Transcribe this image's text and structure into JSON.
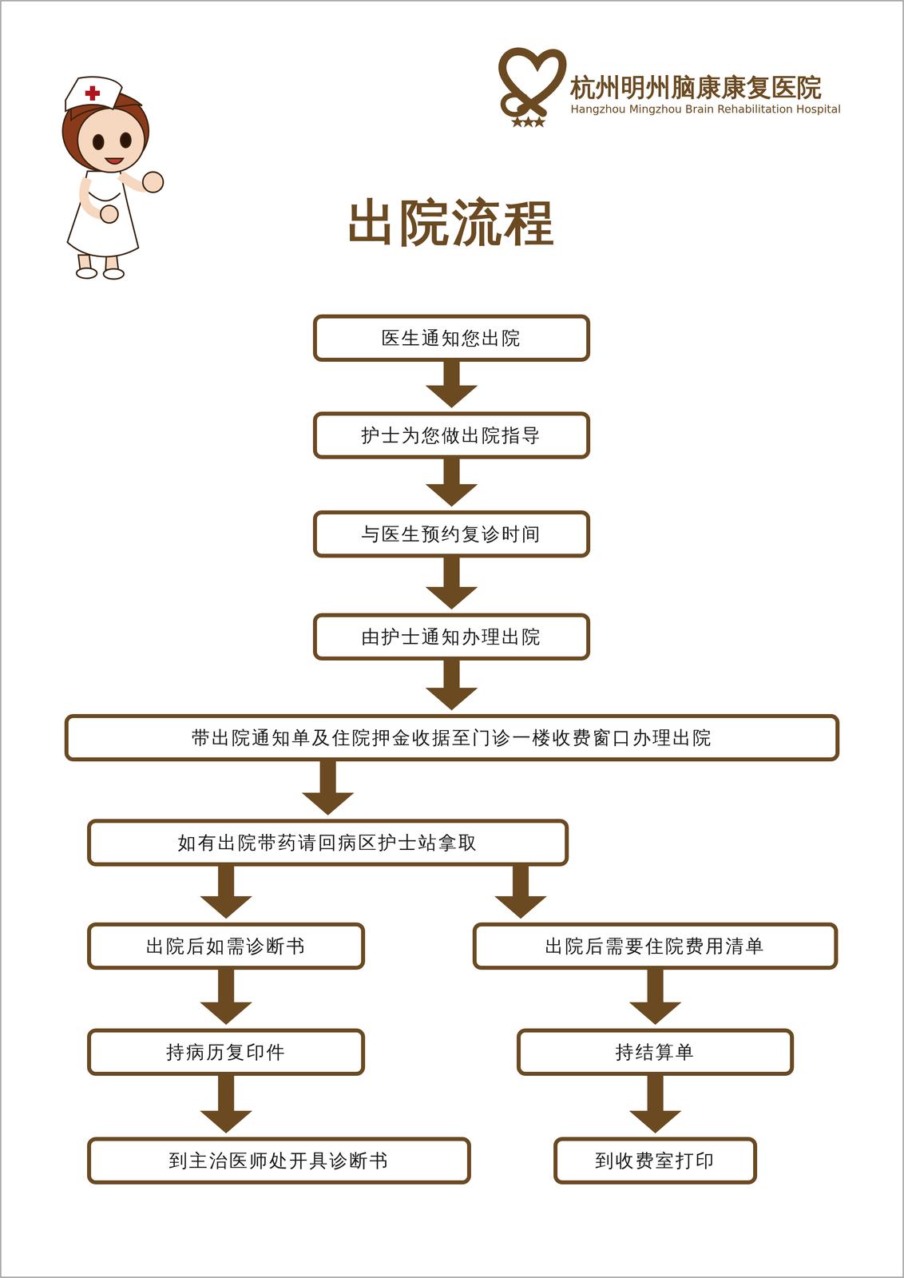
{
  "diagram": {
    "title": "出院流程",
    "nodes": [
      {
        "text": [
          "医生通知您出院"
        ]
      },
      {
        "text": [
          "护士为您做出院指导"
        ]
      },
      {
        "text": [
          "与医生预约复诊时间"
        ]
      },
      {
        "text": [
          "由护士通知办理出院"
        ]
      },
      {
        "text": [
          "带出院通知单及住院押金收据至门诊一楼收费窗口办理出院"
        ]
      },
      {
        "text": [
          "如有出院带药请回病区护士站拿取"
        ]
      },
      {
        "text": [
          "出院后如需诊断书"
        ]
      },
      {
        "text": [
          "持病历复印件"
        ]
      },
      {
        "text": [
          "到主治医师处开具诊断书"
        ]
      },
      {
        "text": [
          "出院后需要住院费用清单"
        ]
      },
      {
        "text": [
          "持结算单"
        ]
      },
      {
        "text": [
          "到收费室打印"
        ]
      }
    ],
    "edges": [
      {
        "from": 0,
        "to": 1,
        "arrow": "to"
      },
      {
        "from": 1,
        "to": 2,
        "arrow": "to"
      },
      {
        "from": 2,
        "to": 3,
        "arrow": "to"
      },
      {
        "from": 3,
        "to": 4,
        "arrow": "to"
      },
      {
        "from": 4,
        "to": 5,
        "arrow": "to"
      },
      {
        "from": 5,
        "to": 6,
        "arrow": "to"
      },
      {
        "from": 5,
        "to": 9,
        "arrow": "to"
      },
      {
        "from": 6,
        "to": 7,
        "arrow": "to"
      },
      {
        "from": 7,
        "to": 8,
        "arrow": "to"
      },
      {
        "from": 9,
        "to": 10,
        "arrow": "to"
      },
      {
        "from": 10,
        "to": 11,
        "arrow": "to"
      }
    ],
    "labels": [
      "杭州明州脑康康复医院",
      "Hangzhou Mingzhou Brain Rehabilitation Hospital"
    ]
  }
}
